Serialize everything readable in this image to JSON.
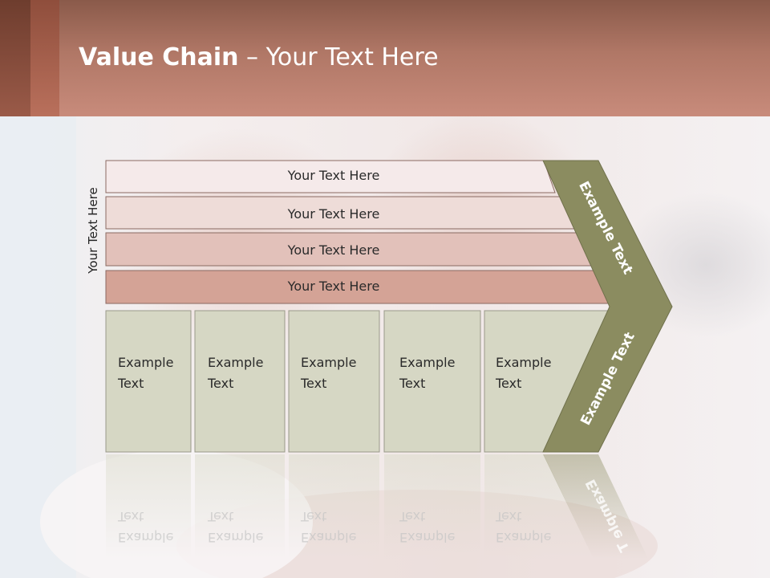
{
  "slide": {
    "title_bold": "Value Chain",
    "title_rest": " – Your Text Here"
  },
  "diagram": {
    "vertical_label": "Your Text Here",
    "rows": [
      {
        "label": "Your Text Here",
        "color": "#f5eaea"
      },
      {
        "label": "Your Text Here",
        "color": "#eedcd8"
      },
      {
        "label": "Your Text Here",
        "color": "#e2c1ba"
      },
      {
        "label": "Your Text Here",
        "color": "#d4a396"
      }
    ],
    "columns": [
      {
        "line1": "Example",
        "line2": "Text"
      },
      {
        "line1": "Example",
        "line2": "Text"
      },
      {
        "line1": "Example",
        "line2": "Text"
      },
      {
        "line1": "Example",
        "line2": "Text"
      },
      {
        "line1": "Example",
        "line2": "Text"
      }
    ],
    "chevron_top": "Example Text",
    "chevron_bottom": "Example Text",
    "reflection_chevron": "Example T",
    "colors": {
      "column_fill": "#d6d7c4",
      "chevron_fill": "#8b8c60",
      "border": "#8a6a62"
    }
  }
}
